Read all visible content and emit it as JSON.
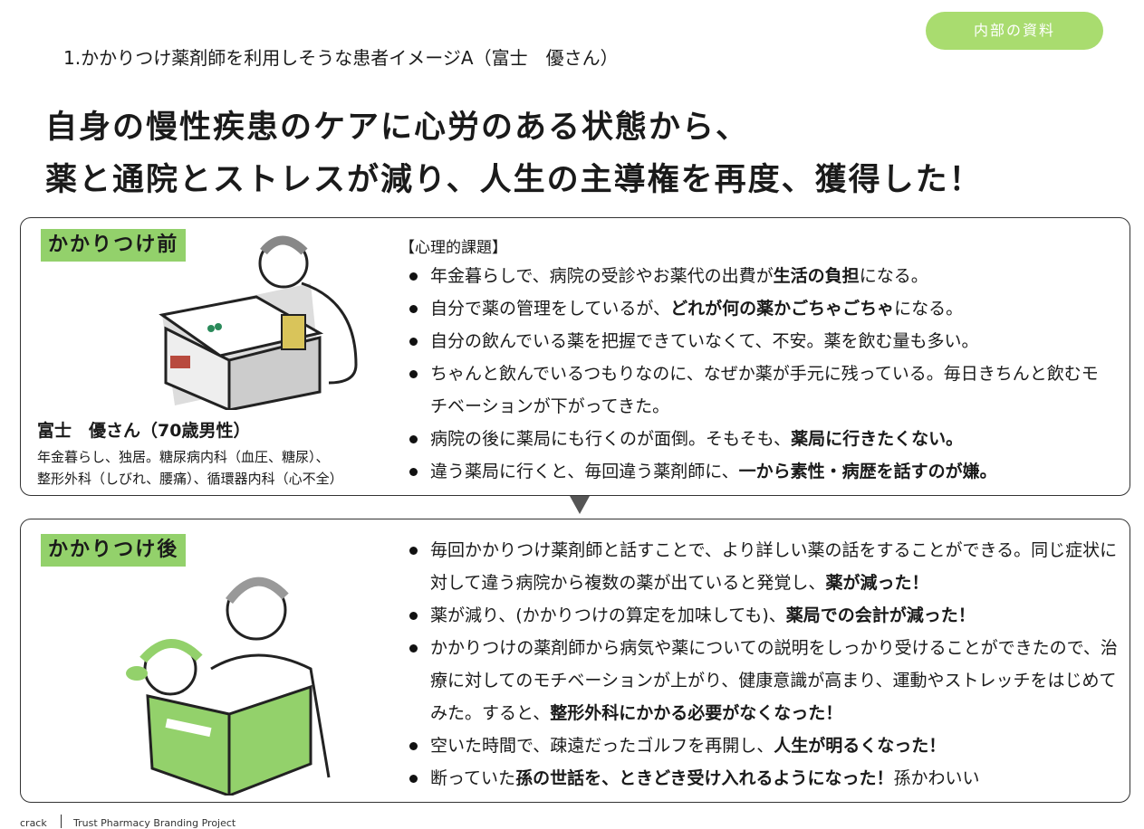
{
  "badge": "内部の資料",
  "subtitle": "1.かかりつけ薬剤師を利用しそうな患者イメージA（富士　優さん）",
  "headline": [
    "自身の慢性疾患のケアに心労のある状態から、",
    "薬と通院とストレスが減り、人生の主導権を再度、獲得した！"
  ],
  "before": {
    "label": "かかりつけ前",
    "person_name": "富士　優さん（70歳男性）",
    "person_desc": [
      "年金暮らし、独居。糖尿病内科（血圧、糖尿）、",
      "整形外科（しびれ、腰痛）、循環器内科（心不全）"
    ],
    "heading": "【心理的課題】",
    "bullets": [
      [
        [
          "年金暮らしで、病院の受診やお薬代の出費が",
          false
        ],
        [
          "生活の負担",
          true
        ],
        [
          "になる。",
          false
        ]
      ],
      [
        [
          "自分で薬の管理をしているが、",
          false
        ],
        [
          "どれが何の薬かごちゃごちゃ",
          true
        ],
        [
          "になる。",
          false
        ]
      ],
      [
        [
          "自分の飲んでいる薬を把握できていなくて、不安。薬を飲む量も多い。",
          false
        ]
      ],
      [
        [
          "ちゃんと飲んでいるつもりなのに、なぜか薬が手元に残っている。毎日きちんと飲むモチベーションが下がってきた。",
          false
        ]
      ],
      [
        [
          "病院の後に薬局にも行くのが面倒。そもそも、",
          false
        ],
        [
          "薬局に行きたくない。",
          true
        ]
      ],
      [
        [
          "違う薬局に行くと、毎回違う薬剤師に、",
          false
        ],
        [
          "一から素性・病歴を話すのが嫌。",
          true
        ]
      ]
    ]
  },
  "after": {
    "label": "かかりつけ後",
    "bullets": [
      [
        [
          "毎回かかりつけ薬剤師と話すことで、より詳しい薬の話をすることができる。同じ症状に対して違う病院から複数の薬が出ていると発覚し、",
          false
        ],
        [
          "薬が減った！",
          true
        ]
      ],
      [
        [
          "薬が減り、(かかりつけの算定を加味しても)、",
          false
        ],
        [
          "薬局での会計が減った！",
          true
        ]
      ],
      [
        [
          "かかりつけの薬剤師から病気や薬についての説明をしっかり受けることができたので、治療に対してのモチベーションが上がり、健康意識が高まり、運動やストレッチをはじめてみた。すると、",
          false
        ],
        [
          "整形外科にかかる必要がなくなった！",
          true
        ]
      ],
      [
        [
          "空いた時間で、疎遠だったゴルフを再開し、",
          false
        ],
        [
          "人生が明るくなった！",
          true
        ]
      ],
      [
        [
          "断っていた",
          false
        ],
        [
          "孫の世話を、ときどき受け入れるようになった！",
          true
        ],
        [
          "孫かわいい",
          false
        ]
      ]
    ]
  },
  "footer": {
    "brand": "crack",
    "project": "Trust Pharmacy Branding Project"
  },
  "colors": {
    "accent_green": "#93d16b",
    "badge_green": "#a9dc6f"
  }
}
